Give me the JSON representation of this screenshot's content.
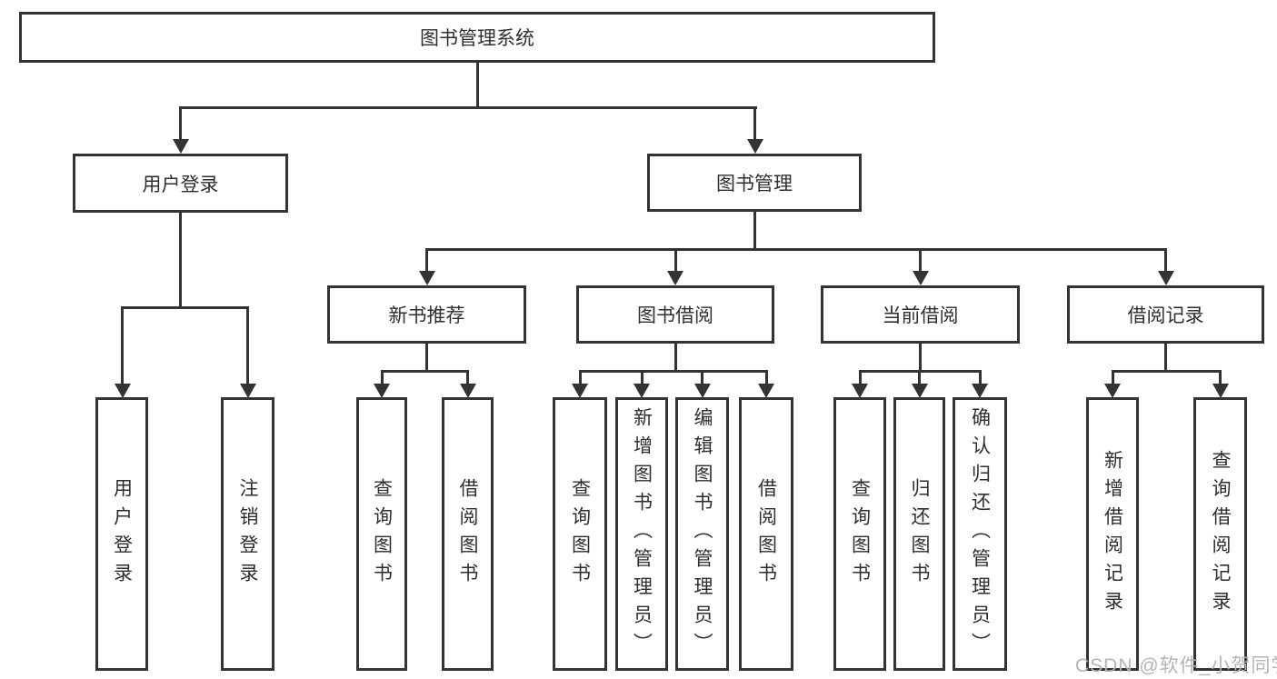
{
  "diagram": {
    "root_label": "图书管理系统",
    "branches": {
      "user_login": {
        "label": "用户登录",
        "children": [
          "用户登录",
          "注销登录"
        ]
      },
      "book_management": {
        "label": "图书管理",
        "children": [
          {
            "label": "新书推荐",
            "children": [
              "查询图书",
              "借阅图书"
            ]
          },
          {
            "label": "图书借阅",
            "children": [
              "查询图书",
              "新增图书（管理员）",
              "编辑图书（管理员）",
              "借阅图书"
            ]
          },
          {
            "label": "当前借阅",
            "children": [
              "查询图书",
              "归还图书",
              "确认归还（管理员）"
            ]
          },
          {
            "label": "借阅记录",
            "children": [
              "新增借阅记录",
              "查询借阅记录"
            ]
          }
        ]
      }
    }
  },
  "watermark": {
    "text": "CSDN @软件_小贺同学",
    "color": "#b5b5b5"
  },
  "colors": {
    "line": "#333333",
    "box_border": "#333333",
    "text": "#2e2e2e",
    "background": "#ffffff"
  }
}
